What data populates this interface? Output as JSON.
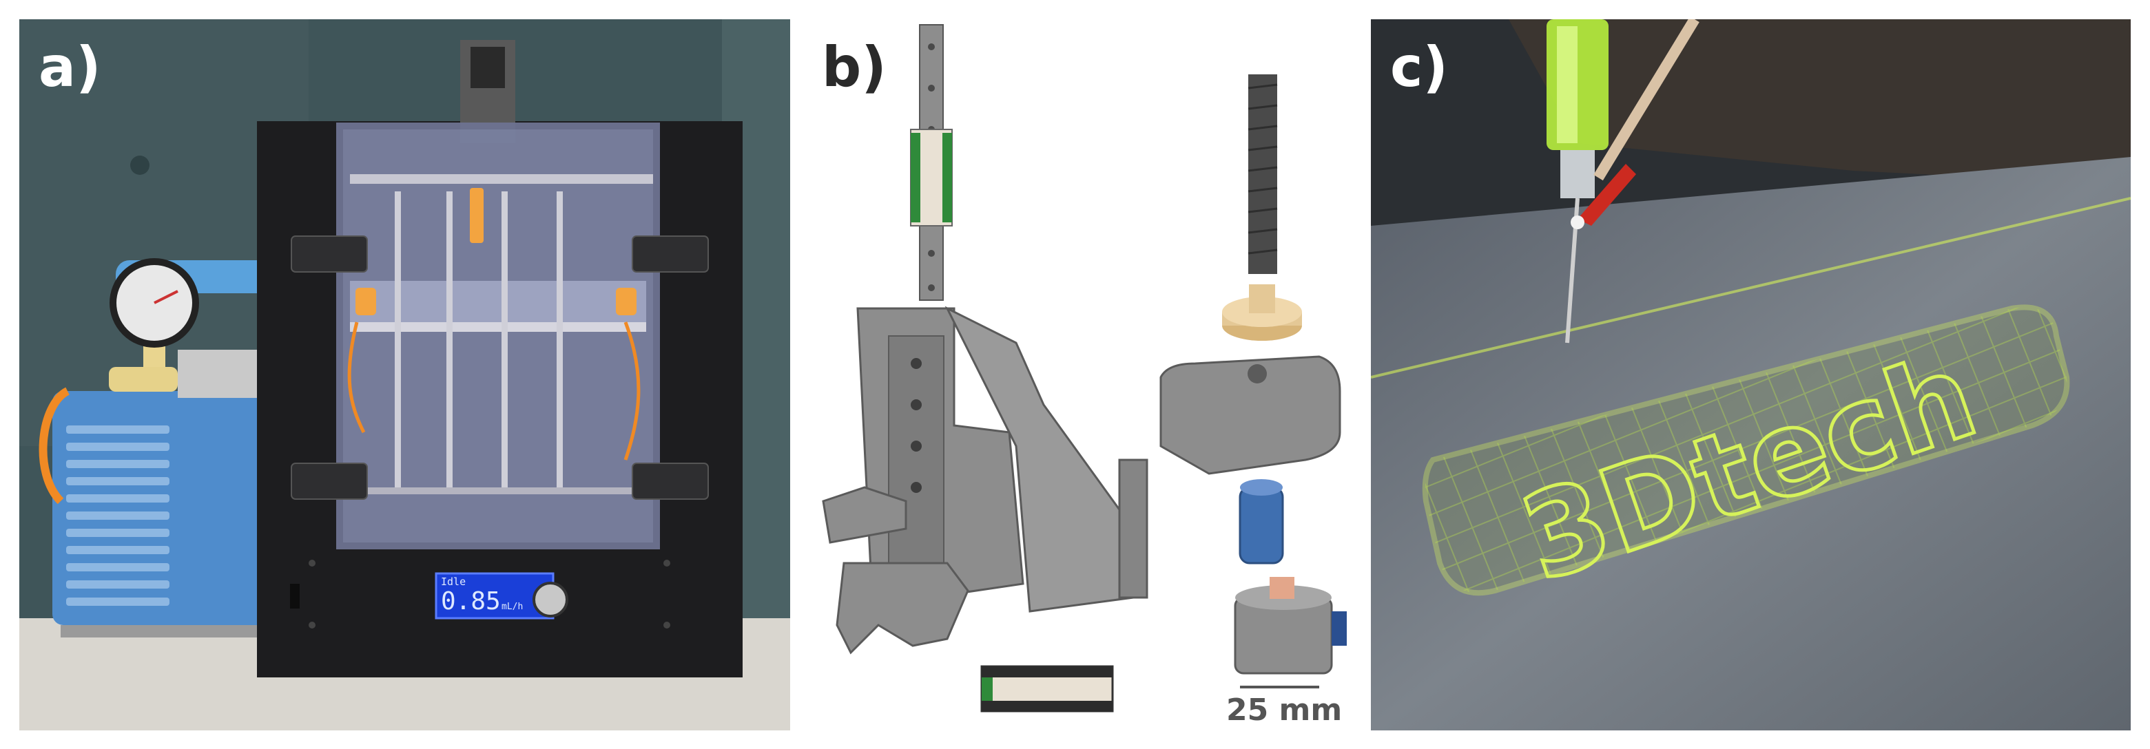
{
  "figure": {
    "panels": [
      {
        "id": "a",
        "label": "a)"
      },
      {
        "id": "b",
        "label": "b)"
      },
      {
        "id": "c",
        "label": "c)"
      }
    ]
  },
  "printer_display": {
    "status": "Idle",
    "value": "0.85",
    "unit": "mL/h"
  },
  "scale_bar": {
    "label": "25 mm"
  },
  "print_logo_text": "3Dtech",
  "colors": {
    "panel_a_bg": "#3f5559",
    "printer_frame": "#1d1d1f",
    "vacuum_pump": "#4f8ccc",
    "cad_grey": "#8d8d8d",
    "lead_nut": "#e4c896",
    "coupler_blue": "#3f6fb0",
    "print_glow": "#d6f25a",
    "syringe_green": "#b8ef3e"
  }
}
